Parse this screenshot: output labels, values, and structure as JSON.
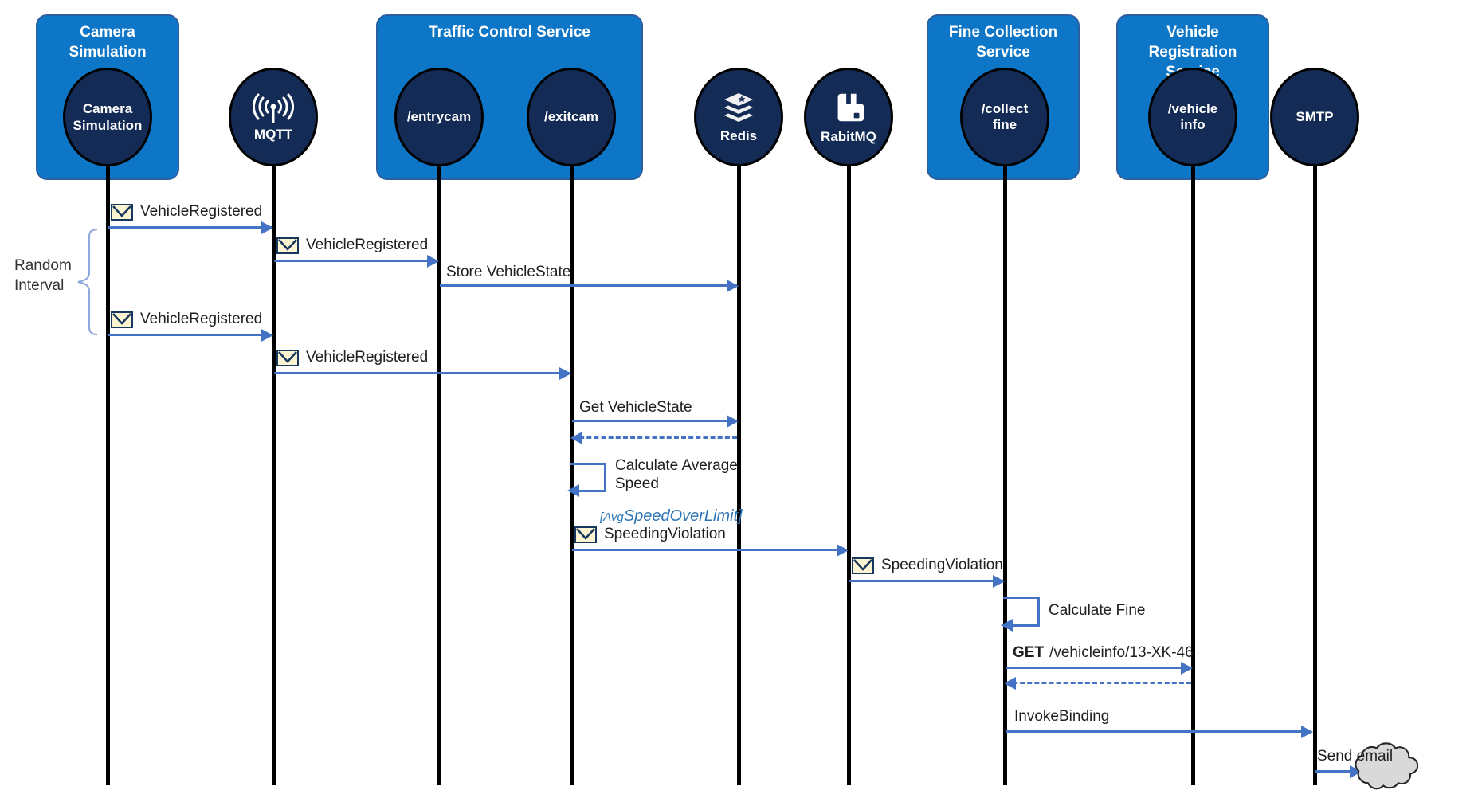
{
  "diagram_type": "sequence-diagram",
  "colors": {
    "service_box": "#0e76c6",
    "node_circle": "#132b55",
    "arrow": "#4472c4",
    "guard_text": "#2e75b6",
    "envelope_fill": "#fdf5d2",
    "envelope_border": "#17375e",
    "cloud_fill": "#d9d9d9",
    "lifeline": "#000000"
  },
  "groups": [
    {
      "title": "Camera Simulation"
    },
    {
      "title": "Traffic Control Service"
    },
    {
      "title": "Fine Collection Service"
    },
    {
      "title": "Vehicle Registration Service"
    }
  ],
  "nodes": [
    {
      "label": "Camera Simulation"
    },
    {
      "label": "MQTT",
      "icon": "broadcast-antenna"
    },
    {
      "label": "/entrycam"
    },
    {
      "label": "/exitcam"
    },
    {
      "label": "Redis",
      "icon": "database-stack"
    },
    {
      "label": "RabitMQ",
      "icon": "rabbitmq-logo"
    },
    {
      "label": "/collect fine"
    },
    {
      "label": "/vehicle info"
    },
    {
      "label": "SMTP"
    }
  ],
  "messages": [
    {
      "label": "VehicleRegistered",
      "from": "Camera Simulation",
      "to": "MQTT",
      "icon": "envelope"
    },
    {
      "label": "VehicleRegistered",
      "from": "MQTT",
      "to": "/entrycam",
      "icon": "envelope"
    },
    {
      "label": "Store VehicleState",
      "from": "/entrycam",
      "to": "Redis"
    },
    {
      "label": "VehicleRegistered",
      "from": "Camera Simulation",
      "to": "MQTT",
      "icon": "envelope"
    },
    {
      "label": "VehicleRegistered",
      "from": "MQTT",
      "to": "/exitcam",
      "icon": "envelope"
    },
    {
      "label": "Get VehicleState",
      "from": "/exitcam",
      "to": "Redis"
    },
    {
      "label": "Calculate Average Speed",
      "kind": "self",
      "on": "/exitcam"
    },
    {
      "label": "SpeedingViolation",
      "from": "/exitcam",
      "to": "RabitMQ",
      "icon": "envelope"
    },
    {
      "label": "SpeedingViolation",
      "from": "RabitMQ",
      "to": "/collect fine",
      "icon": "envelope"
    },
    {
      "label": "Calculate Fine",
      "kind": "self",
      "on": "/collect fine"
    },
    {
      "method": "GET",
      "path": "/vehicleinfo/13-XK-46",
      "from": "/collect fine",
      "to": "/vehicle info"
    },
    {
      "label": "InvokeBinding",
      "from": "/collect fine",
      "to": "SMTP"
    },
    {
      "label": "Send email",
      "from": "SMTP",
      "to": "cloud"
    }
  ],
  "guard": {
    "prefix": "[Avg",
    "text": "SpeedOverLimit]"
  },
  "annotations": {
    "random_interval": "Random\nInterval"
  }
}
